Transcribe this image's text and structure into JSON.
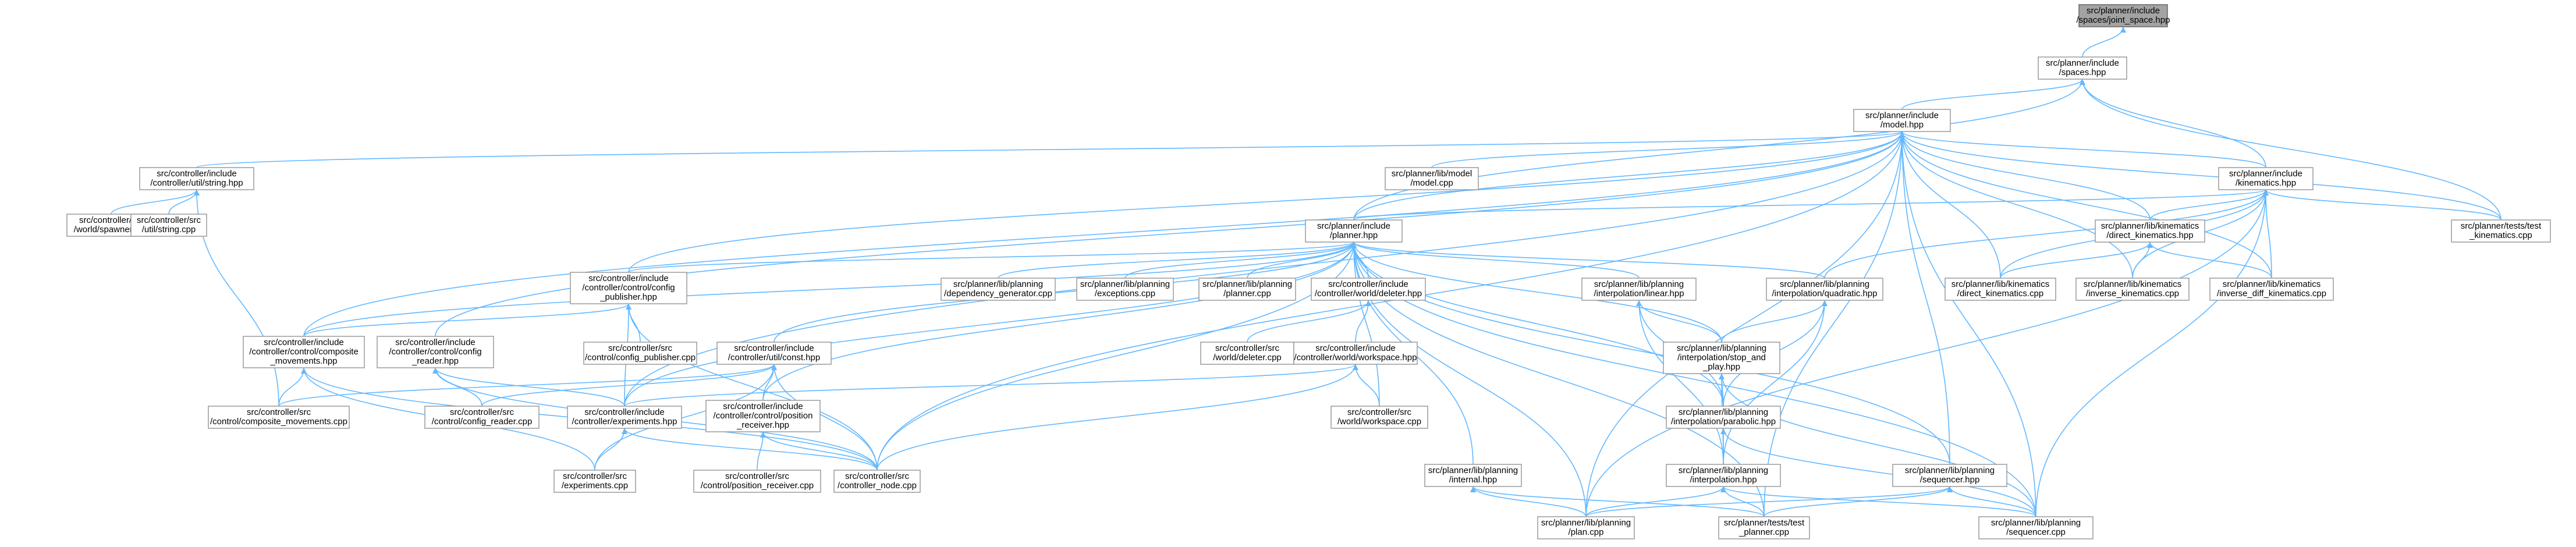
{
  "graph": {
    "type": "include-dependency-graph",
    "edge_color": "#63b8ff",
    "node_fill": "#ffffff",
    "root_fill": "#a3a3a3",
    "nodes": [
      {
        "id": "joint_space",
        "lines": [
          "src/planner/include",
          "/spaces/joint_space.hpp"
        ],
        "root": true
      },
      {
        "id": "spaces",
        "lines": [
          "src/planner/include",
          "/spaces.hpp"
        ]
      },
      {
        "id": "model",
        "lines": [
          "src/planner/include",
          "/model.hpp"
        ]
      },
      {
        "id": "util_string_hpp",
        "lines": [
          "src/controller/include",
          "/controller/util/string.hpp"
        ]
      },
      {
        "id": "model_cpp",
        "lines": [
          "src/planner/lib/model",
          "/model.cpp"
        ]
      },
      {
        "id": "kinematics",
        "lines": [
          "src/planner/include",
          "/kinematics.hpp"
        ]
      },
      {
        "id": "world_spawner",
        "lines": [
          "src/controller/src",
          "/world/spawner.cpp"
        ]
      },
      {
        "id": "util_string_cpp",
        "lines": [
          "src/controller/src",
          "/util/string.cpp"
        ]
      },
      {
        "id": "planner_hpp",
        "lines": [
          "src/planner/include",
          "/planner.hpp"
        ]
      },
      {
        "id": "direct_kin_hpp",
        "lines": [
          "src/planner/lib/kinematics",
          "/direct_kinematics.hpp"
        ]
      },
      {
        "id": "test_kinematics",
        "lines": [
          "src/planner/tests/test",
          "_kinematics.cpp"
        ]
      },
      {
        "id": "config_publisher_hpp",
        "lines": [
          "src/controller/include",
          "/controller/control/config",
          "_publisher.hpp"
        ]
      },
      {
        "id": "dependency_generator",
        "lines": [
          "src/planner/lib/planning",
          "/dependency_generator.cpp"
        ]
      },
      {
        "id": "exceptions",
        "lines": [
          "src/planner/lib/planning",
          "/exceptions.cpp"
        ]
      },
      {
        "id": "planner_cpp",
        "lines": [
          "src/planner/lib/planning",
          "/planner.cpp"
        ]
      },
      {
        "id": "deleter_hpp",
        "lines": [
          "src/controller/include",
          "/controller/world/deleter.hpp"
        ]
      },
      {
        "id": "linear_hpp",
        "lines": [
          "src/planner/lib/planning",
          "/interpolation/linear.hpp"
        ]
      },
      {
        "id": "quadratic_hpp",
        "lines": [
          "src/planner/lib/planning",
          "/interpolation/quadratic.hpp"
        ]
      },
      {
        "id": "direct_kin_cpp",
        "lines": [
          "src/planner/lib/kinematics",
          "/direct_kinematics.cpp"
        ]
      },
      {
        "id": "inverse_kin_cpp",
        "lines": [
          "src/planner/lib/kinematics",
          "/inverse_kinematics.cpp"
        ]
      },
      {
        "id": "inverse_diff_kin_cpp",
        "lines": [
          "src/planner/lib/kinematics",
          "/inverse_diff_kinematics.cpp"
        ]
      },
      {
        "id": "composite_movements_hpp",
        "lines": [
          "src/controller/include",
          "/controller/control/composite",
          "_movements.hpp"
        ]
      },
      {
        "id": "config_reader_hpp",
        "lines": [
          "src/controller/include",
          "/controller/control/config",
          "_reader.hpp"
        ]
      },
      {
        "id": "config_publisher_cpp",
        "lines": [
          "src/controller/src",
          "/control/config_publisher.cpp"
        ]
      },
      {
        "id": "const_hpp",
        "lines": [
          "src/controller/include",
          "/controller/util/const.hpp"
        ]
      },
      {
        "id": "deleter_cpp",
        "lines": [
          "src/controller/src",
          "/world/deleter.cpp"
        ]
      },
      {
        "id": "workspace_hpp",
        "lines": [
          "src/controller/include",
          "/controller/world/workspace.hpp"
        ]
      },
      {
        "id": "stop_and_play_hpp",
        "lines": [
          "src/planner/lib/planning",
          "/interpolation/stop_and",
          "_play.hpp"
        ]
      },
      {
        "id": "composite_movements_cpp",
        "lines": [
          "src/controller/src",
          "/control/composite_movements.cpp"
        ]
      },
      {
        "id": "config_reader_cpp",
        "lines": [
          "src/controller/src",
          "/control/config_reader.cpp"
        ]
      },
      {
        "id": "experiments_hpp",
        "lines": [
          "src/controller/include",
          "/controller/experiments.hpp"
        ]
      },
      {
        "id": "position_receiver_hpp",
        "lines": [
          "src/controller/include",
          "/controller/control/position",
          "_receiver.hpp"
        ]
      },
      {
        "id": "workspace_cpp",
        "lines": [
          "src/controller/src",
          "/world/workspace.cpp"
        ]
      },
      {
        "id": "parabolic_hpp",
        "lines": [
          "src/planner/lib/planning",
          "/interpolation/parabolic.hpp"
        ]
      },
      {
        "id": "experiments_cpp",
        "lines": [
          "src/controller/src",
          "/experiments.cpp"
        ]
      },
      {
        "id": "position_receiver_cpp",
        "lines": [
          "src/controller/src",
          "/control/position_receiver.cpp"
        ]
      },
      {
        "id": "controller_node_cpp",
        "lines": [
          "src/controller/src",
          "/controller_node.cpp"
        ]
      },
      {
        "id": "internal_hpp",
        "lines": [
          "src/planner/lib/planning",
          "/internal.hpp"
        ]
      },
      {
        "id": "interpolation_hpp",
        "lines": [
          "src/planner/lib/planning",
          "/interpolation.hpp"
        ]
      },
      {
        "id": "sequencer_hpp",
        "lines": [
          "src/planner/lib/planning",
          "/sequencer.hpp"
        ]
      },
      {
        "id": "plan_cpp",
        "lines": [
          "src/planner/lib/planning",
          "/plan.cpp"
        ]
      },
      {
        "id": "test_planner",
        "lines": [
          "src/planner/tests/test",
          "_planner.cpp"
        ]
      },
      {
        "id": "sequencer_cpp",
        "lines": [
          "src/planner/lib/planning",
          "/sequencer.cpp"
        ]
      }
    ],
    "edges": [
      [
        "joint_space",
        "spaces"
      ],
      [
        "spaces",
        "model"
      ],
      [
        "spaces",
        "kinematics"
      ],
      [
        "spaces",
        "test_kinematics"
      ],
      [
        "spaces",
        "planner_hpp"
      ],
      [
        "model",
        "util_string_hpp"
      ],
      [
        "model",
        "model_cpp"
      ],
      [
        "model",
        "kinematics"
      ],
      [
        "model",
        "planner_hpp"
      ],
      [
        "model",
        "direct_kin_hpp"
      ],
      [
        "model",
        "test_kinematics"
      ],
      [
        "model",
        "config_publisher_hpp"
      ],
      [
        "model",
        "composite_movements_hpp"
      ],
      [
        "model",
        "config_reader_hpp"
      ],
      [
        "model",
        "experiments_hpp"
      ],
      [
        "model",
        "direct_kin_cpp"
      ],
      [
        "model",
        "inverse_kin_cpp"
      ],
      [
        "model",
        "inverse_diff_kin_cpp"
      ],
      [
        "model",
        "plan_cpp"
      ],
      [
        "model",
        "test_planner"
      ],
      [
        "model",
        "sequencer_cpp"
      ],
      [
        "model",
        "sequencer_hpp"
      ],
      [
        "model",
        "controller_node_cpp"
      ],
      [
        "util_string_hpp",
        "world_spawner"
      ],
      [
        "util_string_hpp",
        "util_string_cpp"
      ],
      [
        "util_string_hpp",
        "composite_movements_cpp"
      ],
      [
        "kinematics",
        "planner_hpp"
      ],
      [
        "kinematics",
        "direct_kin_hpp"
      ],
      [
        "kinematics",
        "test_kinematics"
      ],
      [
        "kinematics",
        "direct_kin_cpp"
      ],
      [
        "kinematics",
        "inverse_kin_cpp"
      ],
      [
        "kinematics",
        "inverse_diff_kin_cpp"
      ],
      [
        "kinematics",
        "quadratic_hpp"
      ],
      [
        "kinematics",
        "plan_cpp"
      ],
      [
        "kinematics",
        "sequencer_cpp"
      ],
      [
        "direct_kin_hpp",
        "direct_kin_cpp"
      ],
      [
        "direct_kin_hpp",
        "inverse_kin_cpp"
      ],
      [
        "direct_kin_hpp",
        "inverse_diff_kin_cpp"
      ],
      [
        "planner_hpp",
        "config_publisher_hpp"
      ],
      [
        "planner_hpp",
        "dependency_generator"
      ],
      [
        "planner_hpp",
        "exceptions"
      ],
      [
        "planner_hpp",
        "planner_cpp"
      ],
      [
        "planner_hpp",
        "deleter_hpp"
      ],
      [
        "planner_hpp",
        "linear_hpp"
      ],
      [
        "planner_hpp",
        "quadratic_hpp"
      ],
      [
        "planner_hpp",
        "composite_movements_hpp"
      ],
      [
        "planner_hpp",
        "const_hpp"
      ],
      [
        "planner_hpp",
        "stop_and_play_hpp"
      ],
      [
        "planner_hpp",
        "parabolic_hpp"
      ],
      [
        "planner_hpp",
        "internal_hpp"
      ],
      [
        "planner_hpp",
        "sequencer_hpp"
      ],
      [
        "planner_hpp",
        "plan_cpp"
      ],
      [
        "planner_hpp",
        "test_planner"
      ],
      [
        "planner_hpp",
        "sequencer_cpp"
      ],
      [
        "planner_hpp",
        "position_receiver_hpp"
      ],
      [
        "planner_hpp",
        "experiments_hpp"
      ],
      [
        "planner_hpp",
        "controller_node_cpp"
      ],
      [
        "planner_hpp",
        "workspace_cpp"
      ],
      [
        "config_publisher_hpp",
        "config_publisher_cpp"
      ],
      [
        "config_publisher_hpp",
        "composite_movements_hpp"
      ],
      [
        "config_publisher_hpp",
        "experiments_hpp"
      ],
      [
        "config_publisher_hpp",
        "controller_node_cpp"
      ],
      [
        "deleter_hpp",
        "deleter_cpp"
      ],
      [
        "deleter_hpp",
        "workspace_hpp"
      ],
      [
        "linear_hpp",
        "stop_and_play_hpp"
      ],
      [
        "linear_hpp",
        "parabolic_hpp"
      ],
      [
        "linear_hpp",
        "interpolation_hpp"
      ],
      [
        "quadratic_hpp",
        "stop_and_play_hpp"
      ],
      [
        "quadratic_hpp",
        "parabolic_hpp"
      ],
      [
        "quadratic_hpp",
        "interpolation_hpp"
      ],
      [
        "composite_movements_hpp",
        "composite_movements_cpp"
      ],
      [
        "composite_movements_hpp",
        "experiments_cpp"
      ],
      [
        "composite_movements_hpp",
        "controller_node_cpp"
      ],
      [
        "config_reader_hpp",
        "config_reader_cpp"
      ],
      [
        "config_reader_hpp",
        "experiments_hpp"
      ],
      [
        "config_reader_hpp",
        "controller_node_cpp"
      ],
      [
        "const_hpp",
        "composite_movements_cpp"
      ],
      [
        "const_hpp",
        "config_reader_cpp"
      ],
      [
        "const_hpp",
        "experiments_cpp"
      ],
      [
        "const_hpp",
        "position_receiver_hpp"
      ],
      [
        "const_hpp",
        "controller_node_cpp"
      ],
      [
        "workspace_hpp",
        "workspace_cpp"
      ],
      [
        "workspace_hpp",
        "experiments_hpp"
      ],
      [
        "workspace_hpp",
        "controller_node_cpp"
      ],
      [
        "stop_and_play_hpp",
        "parabolic_hpp"
      ],
      [
        "stop_and_play_hpp",
        "interpolation_hpp"
      ],
      [
        "stop_and_play_hpp",
        "sequencer_cpp"
      ],
      [
        "experiments_hpp",
        "experiments_cpp"
      ],
      [
        "experiments_hpp",
        "controller_node_cpp"
      ],
      [
        "position_receiver_hpp",
        "position_receiver_cpp"
      ],
      [
        "position_receiver_hpp",
        "controller_node_cpp"
      ],
      [
        "parabolic_hpp",
        "interpolation_hpp"
      ],
      [
        "parabolic_hpp",
        "sequencer_cpp"
      ],
      [
        "internal_hpp",
        "plan_cpp"
      ],
      [
        "internal_hpp",
        "test_planner"
      ],
      [
        "interpolation_hpp",
        "plan_cpp"
      ],
      [
        "interpolation_hpp",
        "test_planner"
      ],
      [
        "interpolation_hpp",
        "sequencer_cpp"
      ],
      [
        "sequencer_hpp",
        "plan_cpp"
      ],
      [
        "sequencer_hpp",
        "test_planner"
      ],
      [
        "sequencer_hpp",
        "sequencer_cpp"
      ]
    ]
  }
}
